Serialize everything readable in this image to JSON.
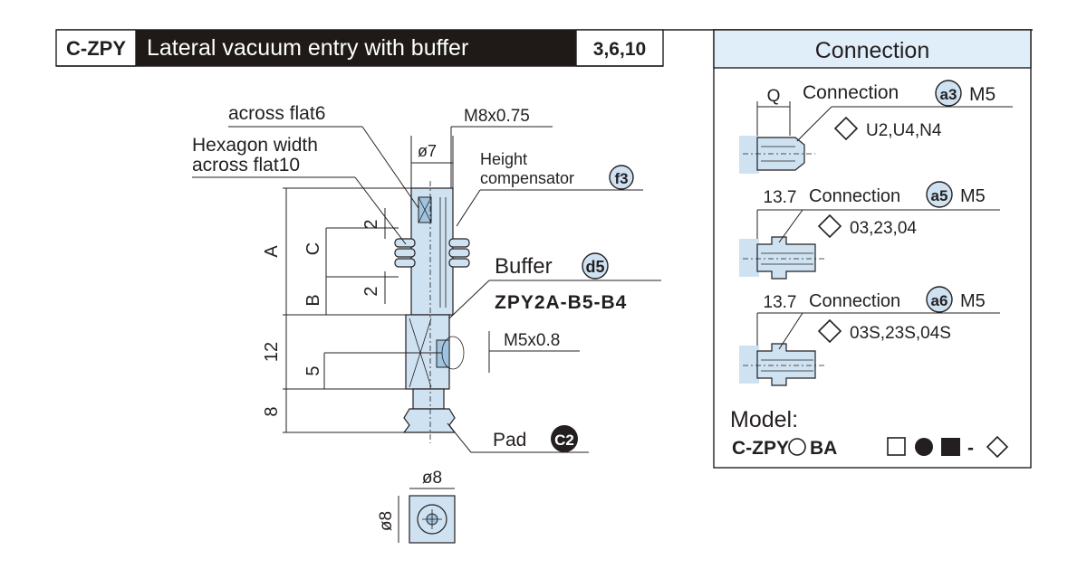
{
  "title_bar": {
    "series_code": "C-ZPY",
    "description": "Lateral vacuum entry with buffer",
    "sizes": "3,6,10"
  },
  "drawing": {
    "labels": {
      "hex_flat_6": "across flat6",
      "hex_width_line1": "Hexagon width",
      "hex_width_line2": "across flat10",
      "thread_top": "M8x0.75",
      "diameter_top": "ø7",
      "height_comp_line1": "Height",
      "height_comp_line2": "compensator",
      "height_comp_badge": "f3",
      "buffer": "Buffer",
      "buffer_badge": "d5",
      "buffer_model": "ZPY2A-B5-B4",
      "thread_side": "M5x0.8",
      "pad": "Pad",
      "pad_badge": "C2"
    },
    "dimensions": {
      "a": "A",
      "b": "B",
      "c": "C",
      "two_upper": "2",
      "two_lower": "2",
      "twelve": "12",
      "five": "5",
      "eight": "8",
      "bottom_width": "ø8",
      "bottom_height": "ø8"
    }
  },
  "connection_panel": {
    "header": "Connection",
    "items": [
      {
        "dim": "Q",
        "label": "Connection",
        "badge": "a3",
        "thread": "M5",
        "options": "U2,U4,N4"
      },
      {
        "dim": "13.7",
        "label": "Connection",
        "badge": "a5",
        "thread": "M5",
        "options": "03,23,04"
      },
      {
        "dim": "13.7",
        "label": "Connection",
        "badge": "a6",
        "thread": "M5",
        "options": "03S,23S,04S"
      }
    ],
    "model_label": "Model:",
    "model_prefix": "C-ZPY",
    "model_ba": "BA",
    "model_dash": "-"
  },
  "colors": {
    "header_bg": "#1f1a17",
    "panel_header_bg": "#dfeef9",
    "part_fill": "#cfe2f1",
    "badge_fill": "#cfe2f1",
    "pad_badge_fill": "#231f20"
  }
}
